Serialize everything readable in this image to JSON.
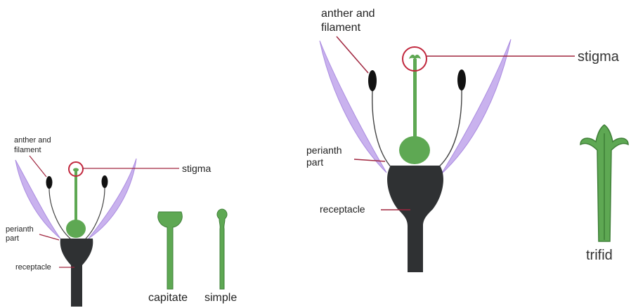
{
  "colors": {
    "petal": "#c9b2ee",
    "petal_edge": "#ab8ce0",
    "green": "#5ea853",
    "green_dark": "#3f7f38",
    "receptacle": "#2f3133",
    "leader": "#a0263f",
    "circle": "#c1273d",
    "anther": "#111111",
    "filament": "#444444"
  },
  "left_diagram": {
    "labels": {
      "anther": "anther and\nfilament",
      "stigma": "stigma",
      "perianth": "perianth\npart",
      "receptacle": "receptacle"
    }
  },
  "stigma_types": {
    "capitate": "capitate",
    "simple": "simple"
  },
  "right_diagram": {
    "labels": {
      "anther": "anther and\nfilament",
      "stigma": "stigma",
      "perianth": "perianth\npart",
      "receptacle": "receptacle"
    },
    "type_label": "trifid"
  }
}
